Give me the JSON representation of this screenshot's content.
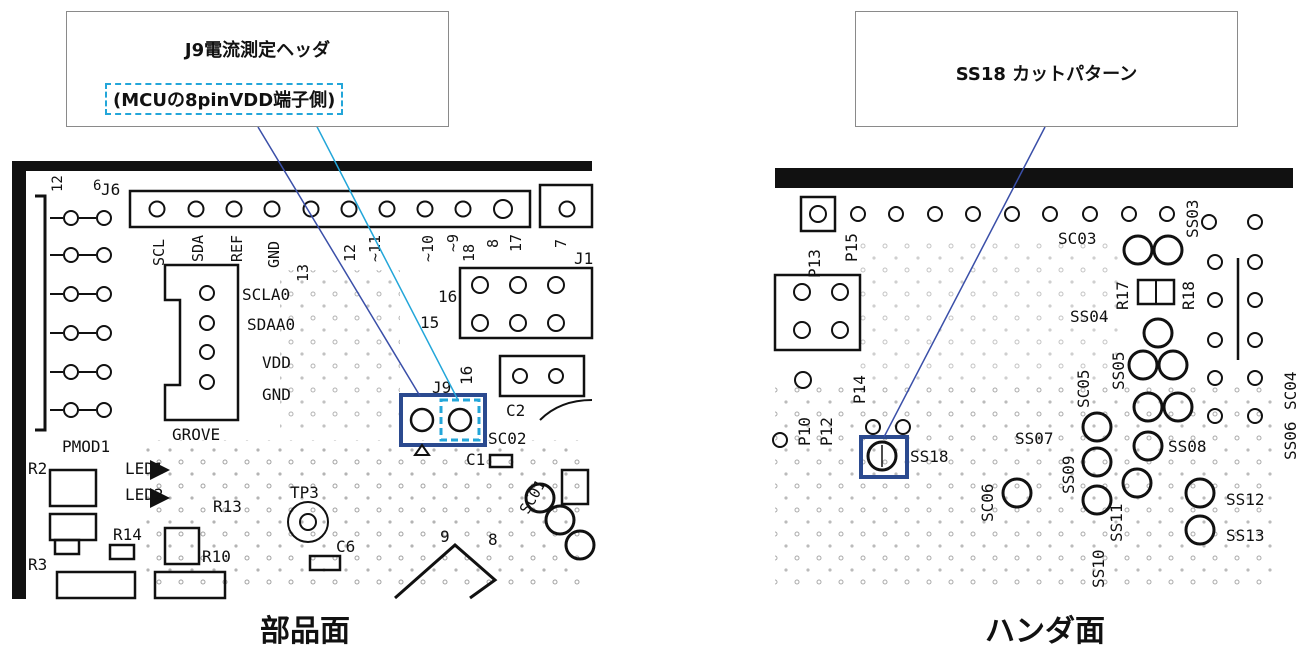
{
  "callouts": {
    "j9_title": "J9電流測定ヘッダ",
    "j9_sub": "(MCUの8pinVDD端子側)",
    "ss18_title": "SS18 カットパターン"
  },
  "captions": {
    "component_side": "部品面",
    "solder_side": "ハンダ面"
  },
  "left_pcb": {
    "header_label": "J6",
    "top_pin_labels": [
      "12",
      "6"
    ],
    "pin_labels": [
      "SCL",
      "SDA",
      "REF",
      "GND",
      "13",
      "12",
      "~11",
      "~10",
      "~9",
      "18",
      "8",
      "17",
      "7"
    ],
    "grove_labels": [
      "SCLA0",
      "SDAA0",
      "VDD",
      "GND"
    ],
    "grove_name": "GROVE",
    "pmod_name": "PMOD1",
    "row_labels": [
      "16",
      "15",
      "16"
    ],
    "j9_label": "J9",
    "parts": [
      "R2",
      "LED1",
      "LED2",
      "R13",
      "R14",
      "R10",
      "R3",
      "TP3",
      "C6",
      "C2",
      "SC02",
      "C1",
      "SC01",
      "J1",
      "9",
      "8"
    ]
  },
  "right_pcb": {
    "labels": [
      "P13",
      "P15",
      "P14",
      "P10",
      "P12",
      "SC03",
      "SS03",
      "R17",
      "R18",
      "SS04",
      "SS05",
      "SC04",
      "SC05",
      "SS06",
      "SS07",
      "SS08",
      "SS09",
      "SS18",
      "SC06",
      "SS11",
      "SS10",
      "SS12",
      "SS13"
    ]
  },
  "colors": {
    "highlight_box": "#2b4a8f",
    "dash_box": "#23a6d9",
    "leader_dark": "#3a4fa8",
    "leader_light": "#23a6d9",
    "pcb_ink": "#111111"
  }
}
